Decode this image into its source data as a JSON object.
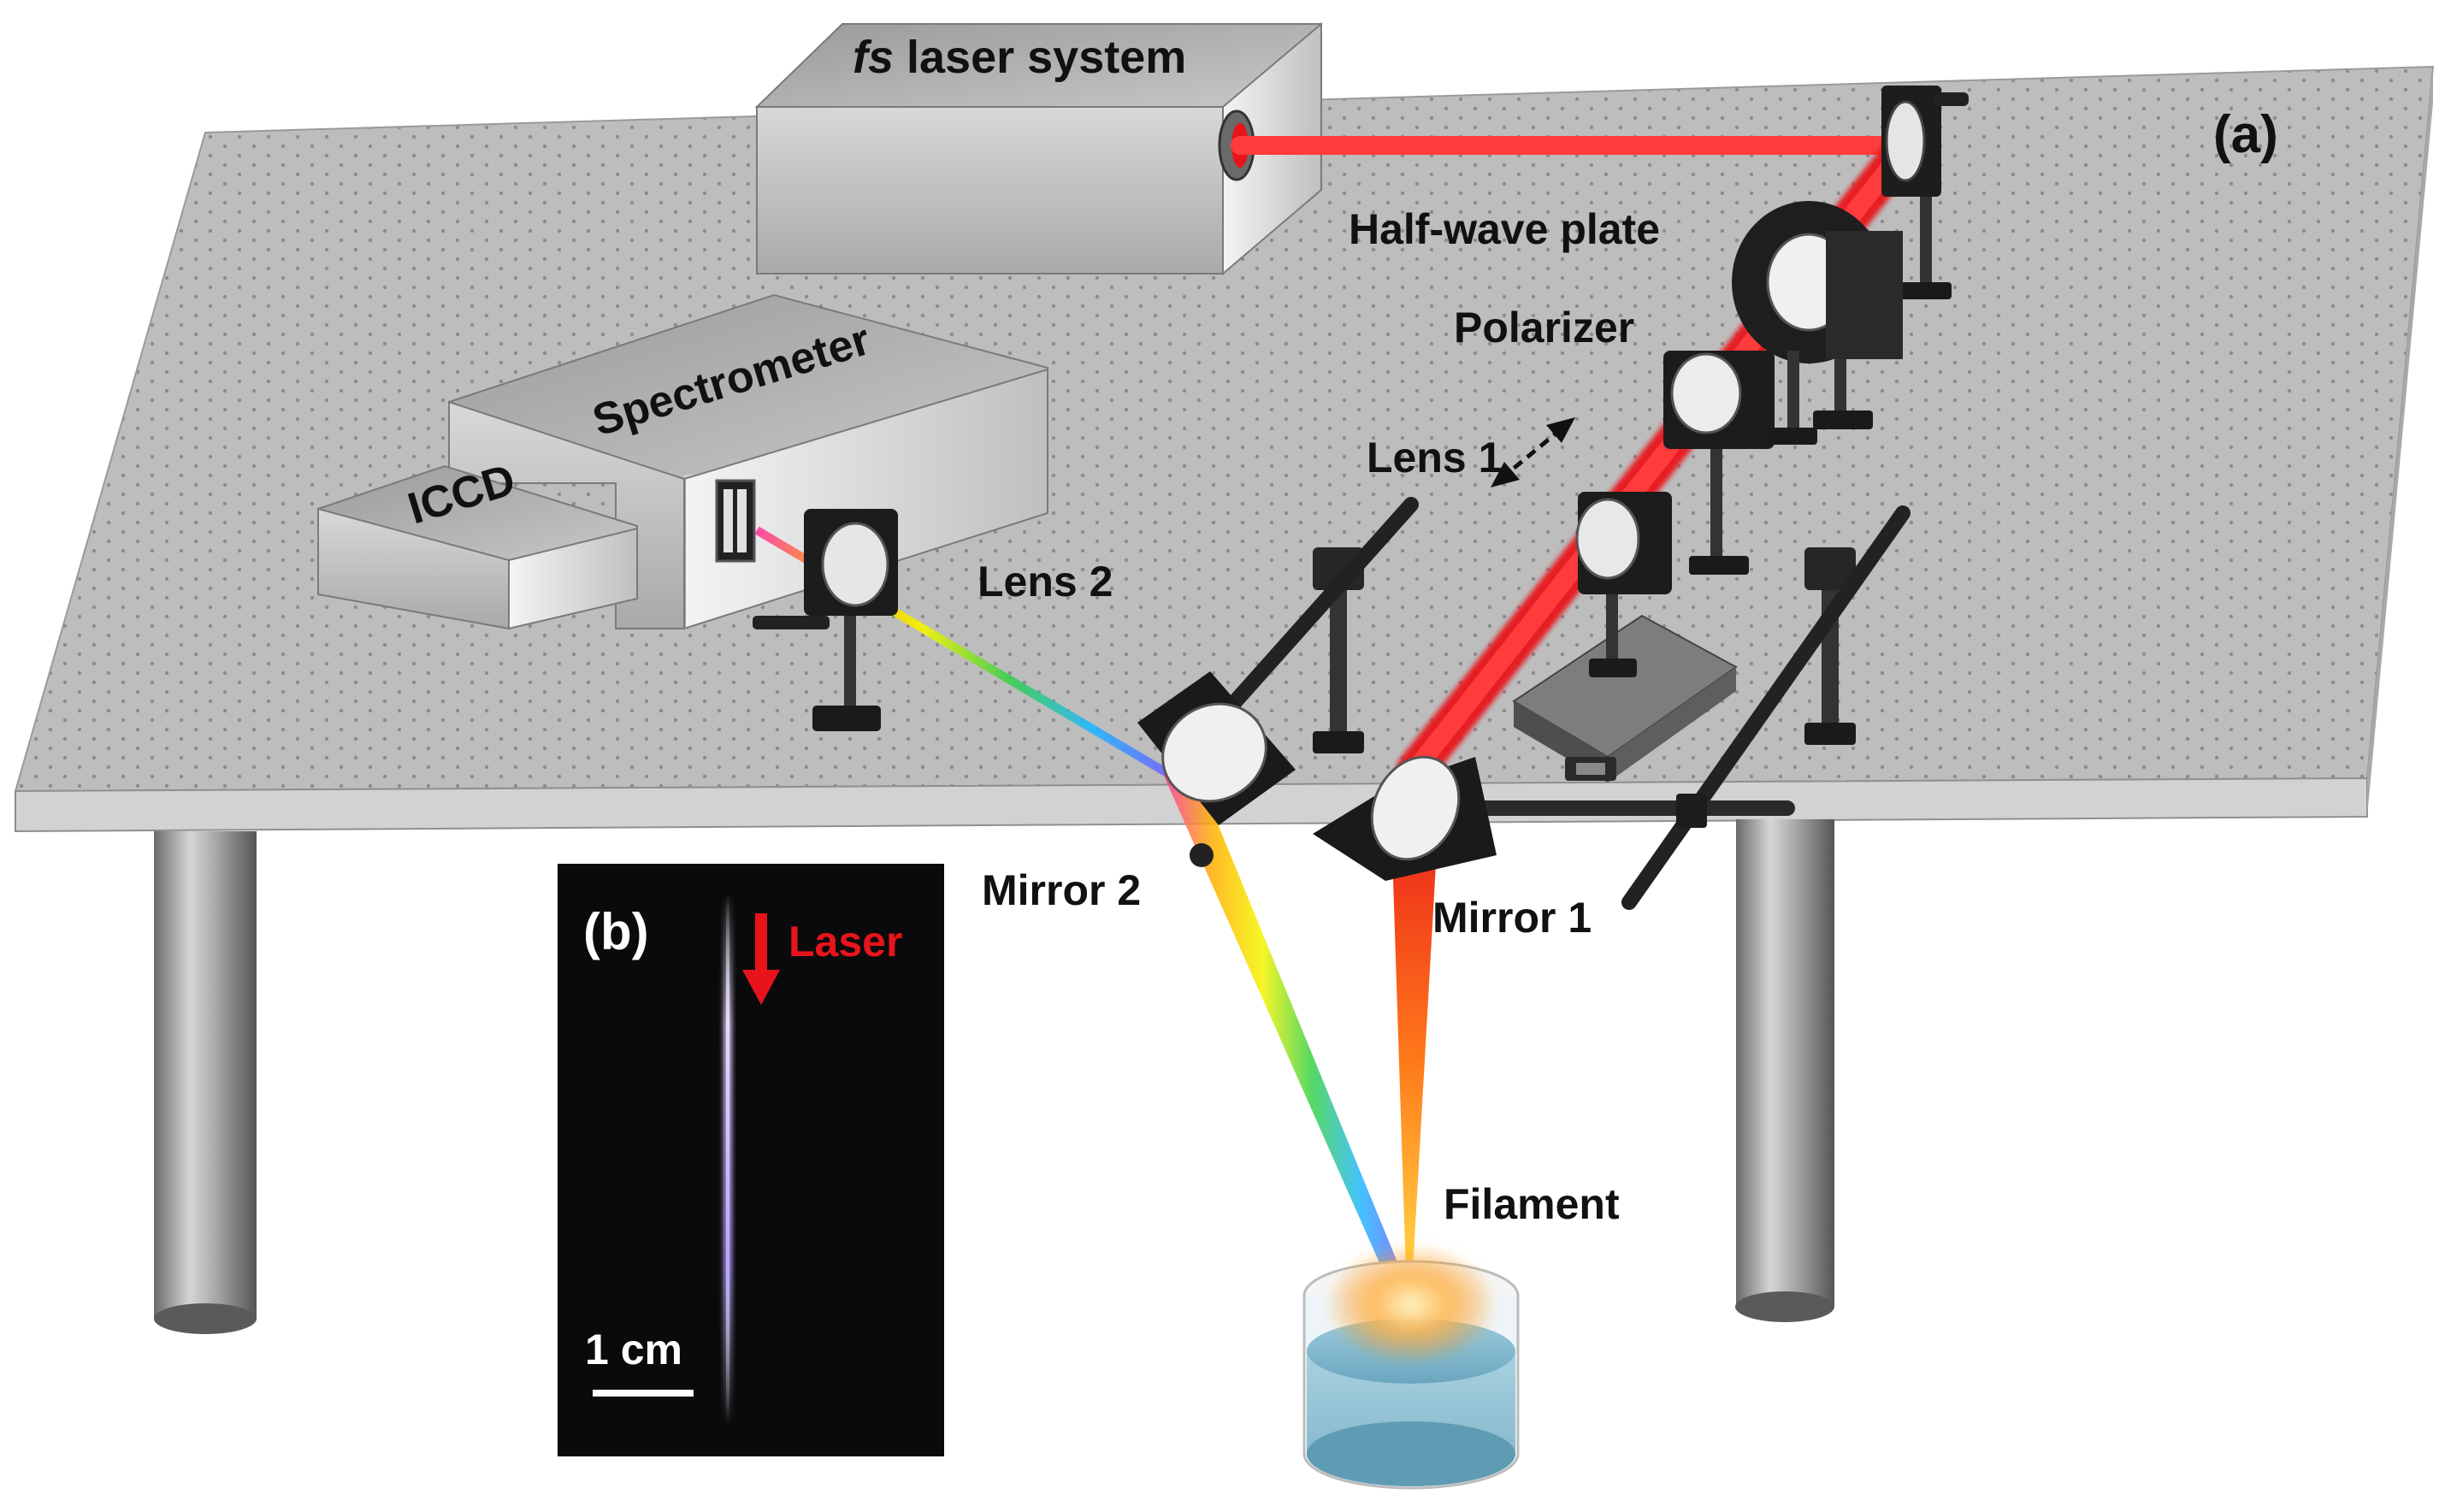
{
  "labels": {
    "laser_italic": "fs",
    "laser_rest": " laser system",
    "panel_a": "(a)",
    "half_wave_plate": "Half-wave plate",
    "polarizer": "Polarizer",
    "spectrometer": "Spectrometer",
    "iccd": "ICCD",
    "lens1": "Lens 1",
    "lens2": "Lens 2",
    "mirror1": "Mirror 1",
    "mirror2": "Mirror 2",
    "filament": "Filament",
    "panel_b": "(b)",
    "laser": "Laser",
    "scale": "1 cm"
  },
  "colors": {
    "beam": "#e8141b",
    "label_red": "#e8141b",
    "table_top": "#b9b9b9",
    "water": "#7fb8cf"
  },
  "icons": {
    "adjust_arrow": "double-arrow-icon",
    "laser_direction": "arrow-down-icon"
  }
}
